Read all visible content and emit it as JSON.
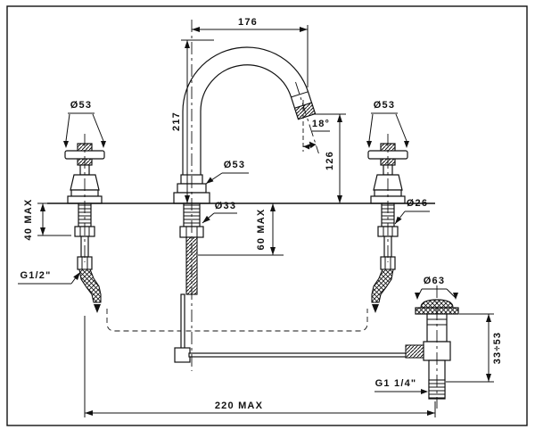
{
  "drawing": {
    "labels": {
      "spout_reach": "176",
      "spout_height": "217",
      "outlet_height": "126",
      "spout_angle": "18°",
      "handle_left_dia": "Ø53",
      "handle_right_dia": "Ø53",
      "spout_base_dia": "Ø53",
      "spout_shank_dia": "Ø33",
      "valve_shank_dia": "Ø26",
      "valve_deck_max": "40 MAX",
      "spout_deck_max": "60 MAX",
      "supply_thread": "G1/2\"",
      "waste_flange_dia": "Ø63",
      "waste_deck_range": "33÷53",
      "waste_thread": "G1 1/4\"",
      "hole_spacing_max": "220 MAX"
    }
  }
}
